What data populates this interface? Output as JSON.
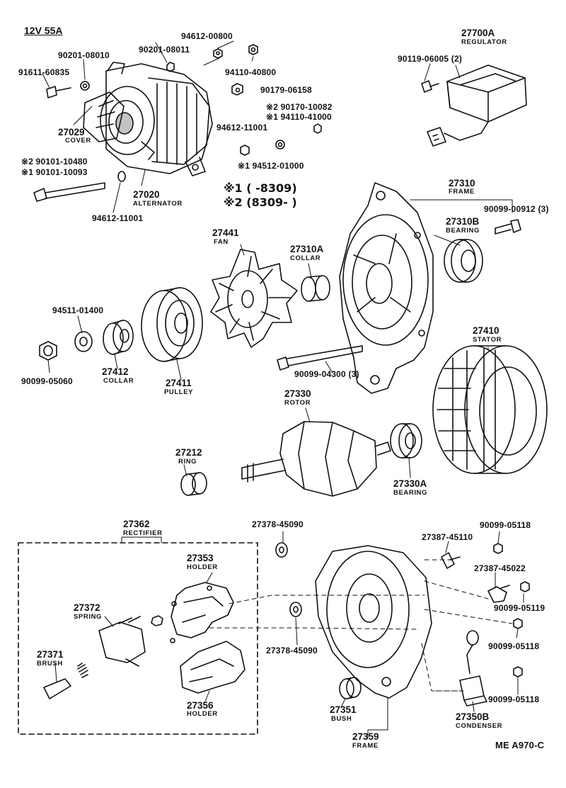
{
  "title": "12V 55A",
  "footer_code": "ME  A970-C",
  "legend": {
    "row1": "※1 (      -8309)",
    "row2": "※2 (8309-        )"
  },
  "labels": {
    "p94612_00800": "94612-00800",
    "p90201_08010": "90201-08010",
    "p90201_08011": "90201-08011",
    "p94110_40800": "94110-40800",
    "p91611_60835": "91611-60835",
    "p90179_06158": "90179-06158",
    "p90170_10082": "※2 90170-10082",
    "p94110_41000": "※1 94110-41000",
    "p94612_11001a": "94612-11001",
    "p94512_01000": "※1 94512-01000",
    "p90101_10480": "※2 90101-10480",
    "p90101_10093": "※1 90101-10093",
    "p94612_11001b": "94612-11001",
    "p27029": "27029",
    "n27029": "COVER",
    "p27020": "27020",
    "n27020": "ALTERNATOR",
    "p27700A": "27700A",
    "n27700A": "REGULATOR",
    "p90119_06005": "90119-06005 (2)",
    "p27310": "27310",
    "n27310": "FRAME",
    "p90099_00912": "90099-00912 (3)",
    "p27310B": "27310B",
    "n27310B": "BEARING",
    "p27441": "27441",
    "n27441": "FAN",
    "p27310A": "27310A",
    "n27310A": "COLLAR",
    "p94511_01400": "94511-01400",
    "p90099_05060": "90099-05060",
    "p27412": "27412",
    "n27412": "COLLAR",
    "p27411": "27411",
    "n27411": "PULLEY",
    "p90099_04300": "90099-04300 (3)",
    "p27410": "27410",
    "n27410": "STATOR",
    "p27330": "27330",
    "n27330": "ROTOR",
    "p27212": "27212",
    "n27212": "RING",
    "p27330A": "27330A",
    "n27330A": "BEARING",
    "p27362": "27362",
    "n27362": "RECTIFIER",
    "p27378_45090a": "27378-45090",
    "p90099_05118a": "90099-05118",
    "p27387_45110": "27387-45110",
    "p27353": "27353",
    "n27353": "HOLDER",
    "p27387_45022": "27387-45022",
    "p90099_05119": "90099-05119",
    "p27372": "27372",
    "n27372": "SPRING",
    "p27378_45090b": "27378-45090",
    "p90099_05118b": "90099-05118",
    "p27371": "27371",
    "n27371": "BRUSH",
    "p90099_05118c": "90099-05118",
    "p27356": "27356",
    "n27356": "HOLDER",
    "p27351": "27351",
    "n27351": "BUSH",
    "p27350B": "27350B",
    "n27350B": "CONDENSER",
    "p27359": "27359",
    "n27359": "FRAME"
  }
}
